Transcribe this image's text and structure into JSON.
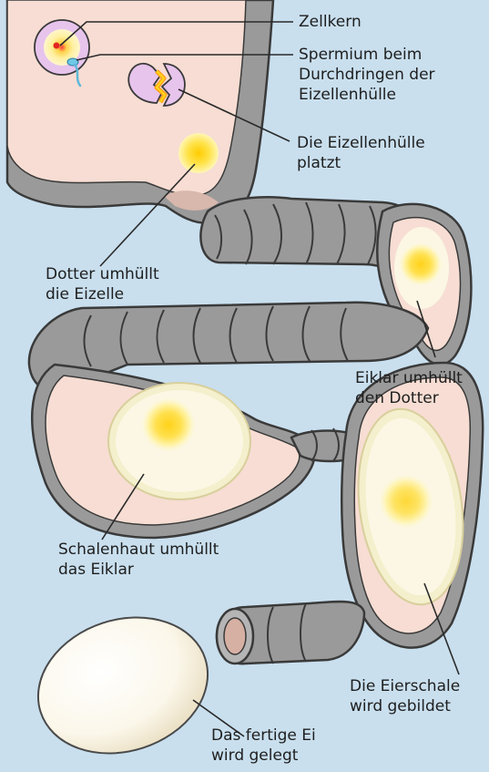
{
  "colors": {
    "background": "#c9dfee",
    "tube_outer": "#9a9a9a",
    "tube_stroke": "#3a3a3a",
    "tube_inner": "#f7ddd3",
    "yolk": "#ffd21a",
    "albumen": "#fbf7e4",
    "membrane": "#f4efcc",
    "egg_cell": "#e7c4ec",
    "leader_line": "#2a2a2a"
  },
  "labels": {
    "zellkern": {
      "lines": [
        "Zellkern"
      ]
    },
    "spermium": {
      "lines": [
        "Spermium beim",
        "Durchdringen der",
        "Eizellenhülle"
      ]
    },
    "platzt": {
      "lines": [
        "Die Eizellenhülle",
        "platzt"
      ]
    },
    "dotter": {
      "lines": [
        "Dotter umhüllt",
        "die Eizelle"
      ]
    },
    "eiklar": {
      "lines": [
        "Eiklar umhüllt",
        "den Dotter"
      ]
    },
    "schalenhaut": {
      "lines": [
        "Schalenhaut umhüllt",
        "das Eiklar"
      ]
    },
    "eierschale": {
      "lines": [
        "Die Eierschale",
        "wird gebildet"
      ]
    },
    "gelegt": {
      "lines": [
        "Das fertige Ei",
        "wird gelegt"
      ]
    }
  }
}
